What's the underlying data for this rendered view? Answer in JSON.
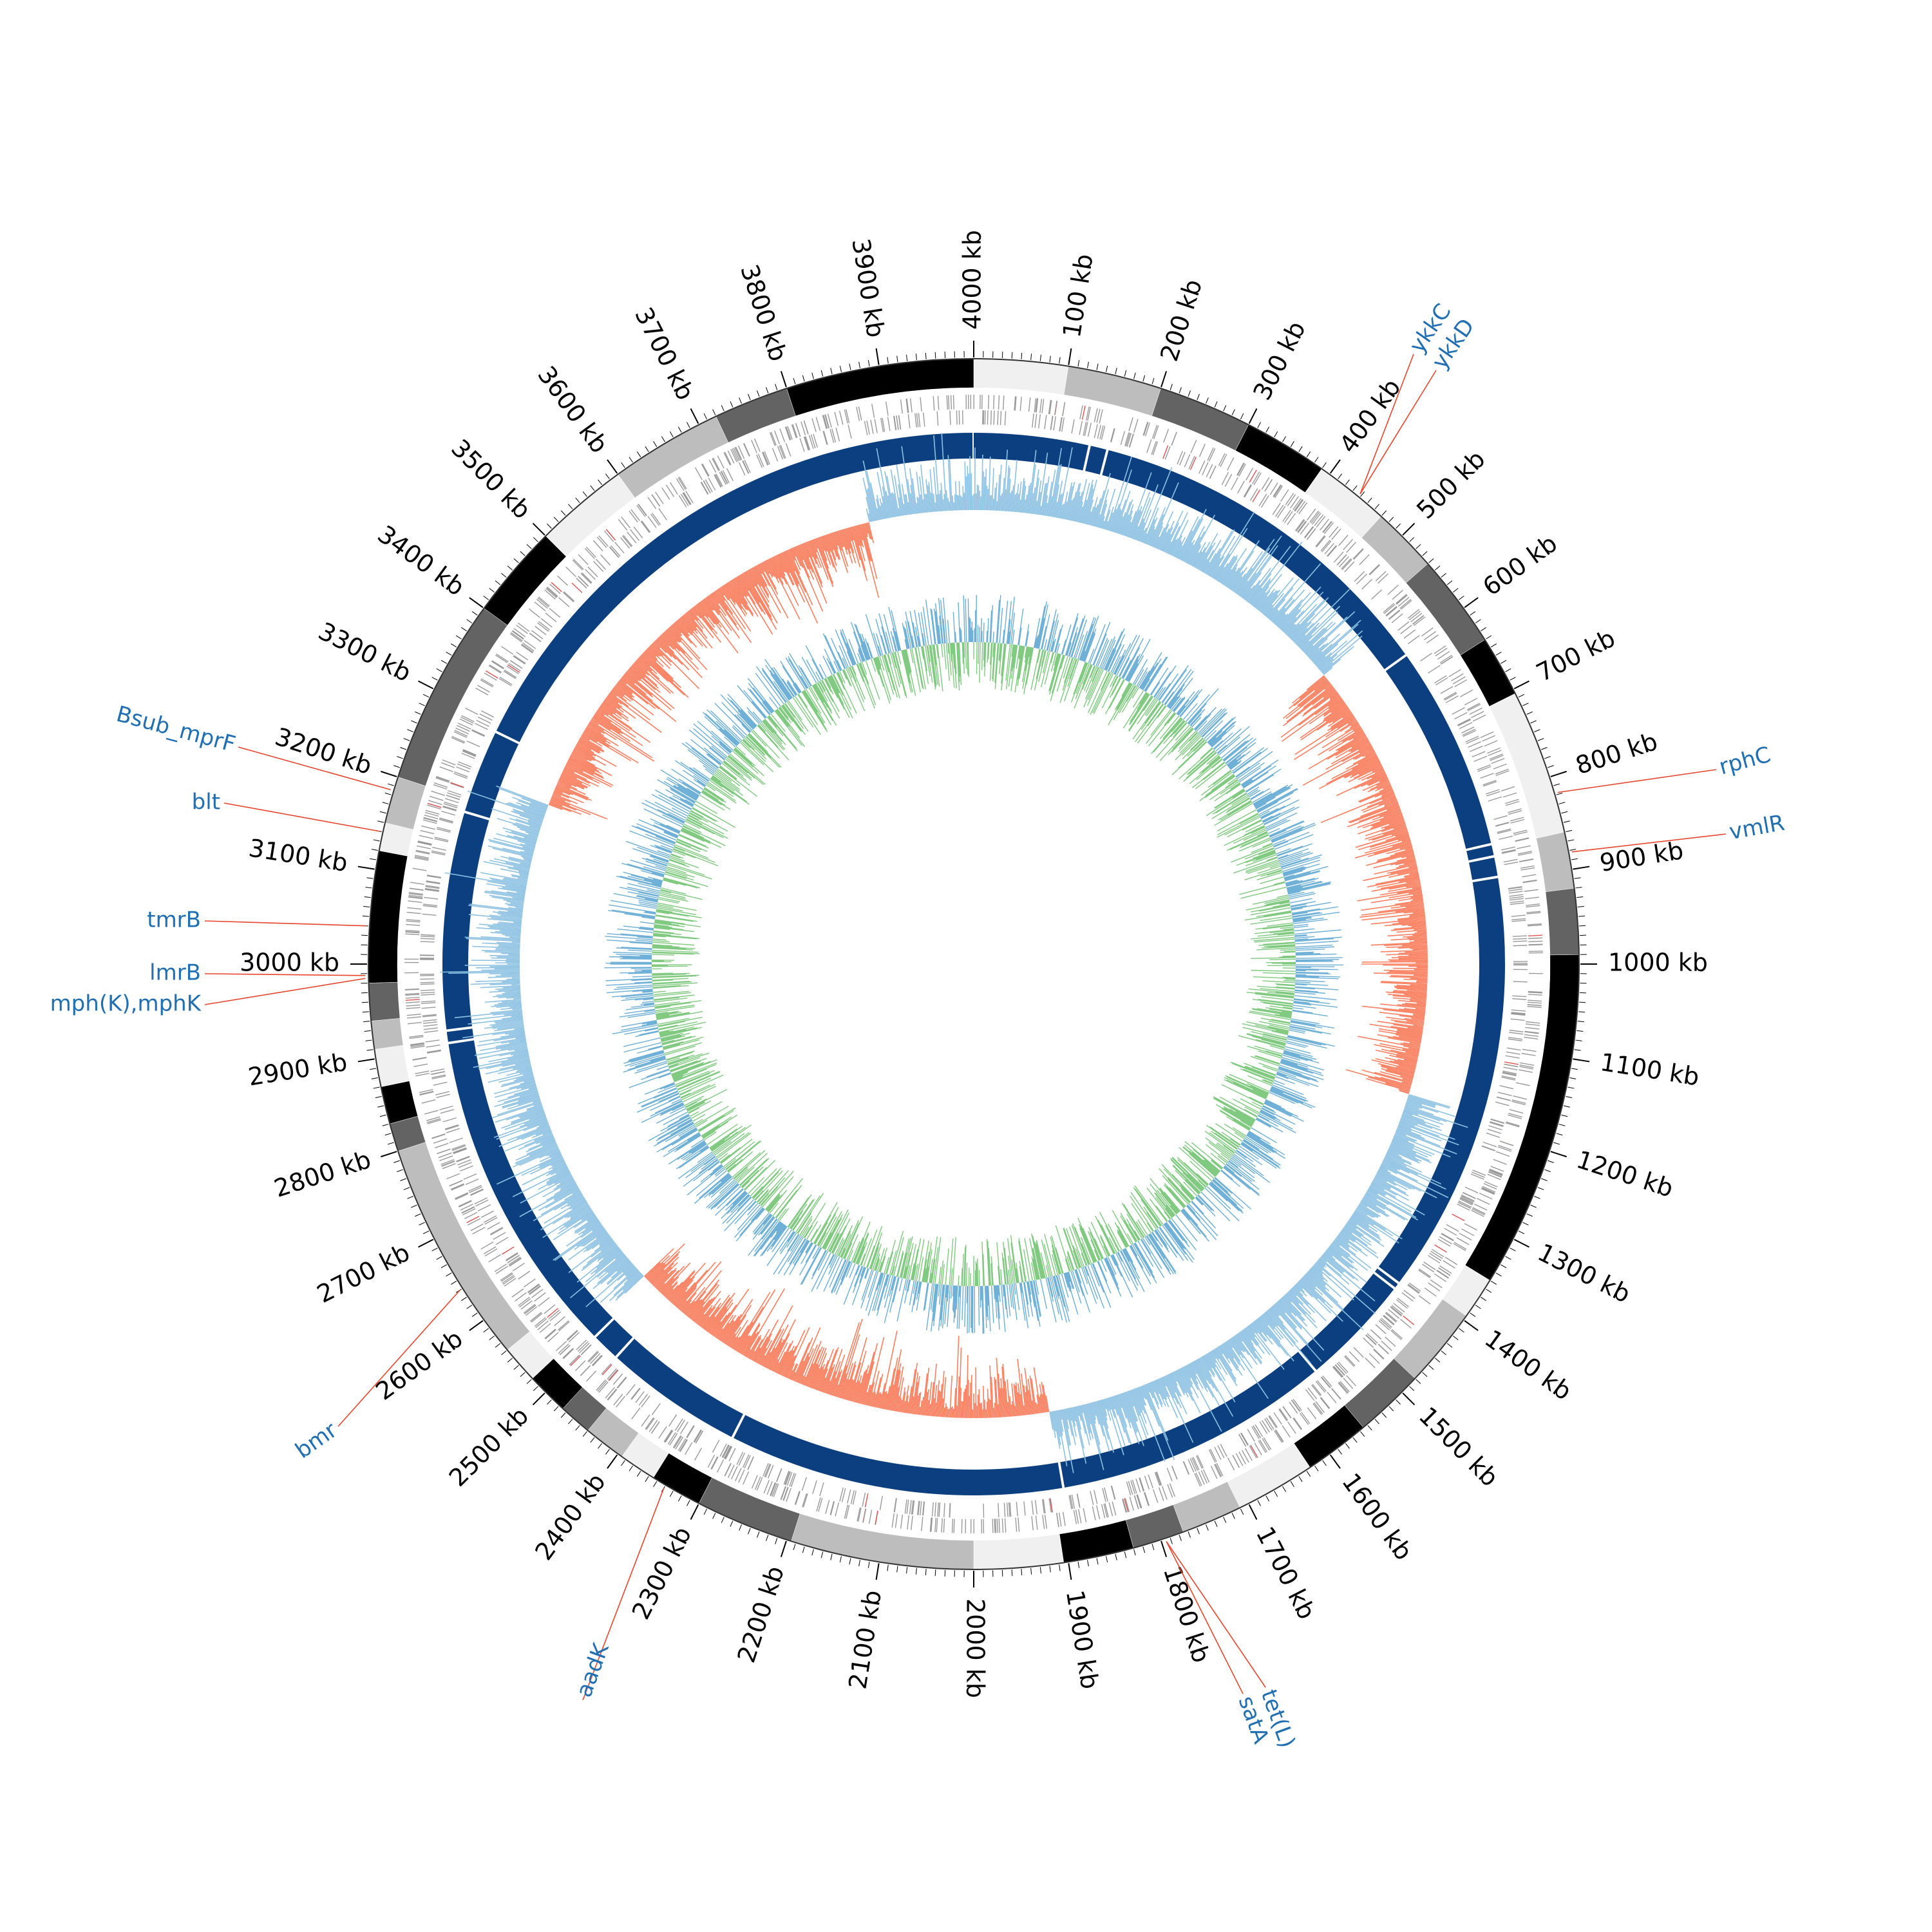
{
  "genome_length_kb": 4000,
  "tick_labels": [
    {
      "kb": 0,
      "text": "4000 kb"
    },
    {
      "kb": 100,
      "text": "100 kb"
    },
    {
      "kb": 200,
      "text": "200 kb"
    },
    {
      "kb": 300,
      "text": "300 kb"
    },
    {
      "kb": 400,
      "text": "400 kb"
    },
    {
      "kb": 500,
      "text": "500 kb"
    },
    {
      "kb": 600,
      "text": "600 kb"
    },
    {
      "kb": 700,
      "text": "700 kb"
    },
    {
      "kb": 800,
      "text": "800 kb"
    },
    {
      "kb": 900,
      "text": "900 kb"
    },
    {
      "kb": 1000,
      "text": "1000 kb"
    },
    {
      "kb": 1100,
      "text": "1100 kb"
    },
    {
      "kb": 1200,
      "text": "1200 kb"
    },
    {
      "kb": 1300,
      "text": "1300 kb"
    },
    {
      "kb": 1400,
      "text": "1400 kb"
    },
    {
      "kb": 1500,
      "text": "1500 kb"
    },
    {
      "kb": 1600,
      "text": "1600 kb"
    },
    {
      "kb": 1700,
      "text": "1700 kb"
    },
    {
      "kb": 1800,
      "text": "1800 kb"
    },
    {
      "kb": 1900,
      "text": "1900 kb"
    },
    {
      "kb": 2000,
      "text": "2000 kb"
    },
    {
      "kb": 2100,
      "text": "2100 kb"
    },
    {
      "kb": 2200,
      "text": "2200 kb"
    },
    {
      "kb": 2300,
      "text": "2300 kb"
    },
    {
      "kb": 2400,
      "text": "2400 kb"
    },
    {
      "kb": 2500,
      "text": "2500 kb"
    },
    {
      "kb": 2600,
      "text": "2600 kb"
    },
    {
      "kb": 2700,
      "text": "2700 kb"
    },
    {
      "kb": 2800,
      "text": "2800 kb"
    },
    {
      "kb": 2900,
      "text": "2900 kb"
    },
    {
      "kb": 3000,
      "text": "3000 kb"
    },
    {
      "kb": 3100,
      "text": "3100 kb"
    },
    {
      "kb": 3200,
      "text": "3200 kb"
    },
    {
      "kb": 3300,
      "text": "3300 kb"
    },
    {
      "kb": 3400,
      "text": "3400 kb"
    },
    {
      "kb": 3500,
      "text": "3500 kb"
    },
    {
      "kb": 3600,
      "text": "3600 kb"
    },
    {
      "kb": 3700,
      "text": "3700 kb"
    },
    {
      "kb": 3800,
      "text": "3800 kb"
    },
    {
      "kb": 3900,
      "text": "3900 kb"
    }
  ],
  "gene_labels": [
    {
      "name": "ykkC",
      "kb": 438
    },
    {
      "name": "ykkD",
      "kb": 438
    },
    {
      "name": "rphC",
      "kb": 818
    },
    {
      "name": "vmlR",
      "kb": 882
    },
    {
      "name": "tet(L)",
      "kb": 1795
    },
    {
      "name": "satA",
      "kb": 1795
    },
    {
      "name": "aadK",
      "kb": 2340
    },
    {
      "name": "bmr",
      "kb": 2640
    },
    {
      "name": "mph(K),mphK",
      "kb": 2985
    },
    {
      "name": "lmrB",
      "kb": 2988
    },
    {
      "name": "tmrB",
      "kb": 3040
    },
    {
      "name": "blt",
      "kb": 3140
    },
    {
      "name": "Bsub_mprF",
      "kb": 3185
    }
  ],
  "colors": {
    "label_text": "#1f6fb2",
    "leader_line": "#e8452c",
    "contig_band": "#0b3f7f",
    "gc_skew_positive": "#fa7f5f",
    "gc_skew_negative": "#8cc1e2",
    "gc_content_high": "#7fc97f",
    "gc_content_low": "#6baed6",
    "feature_gray": "#999999"
  },
  "segment_shades": [
    "#f0f0f0",
    "#bdbdbd",
    "#636363",
    "#000000"
  ]
}
